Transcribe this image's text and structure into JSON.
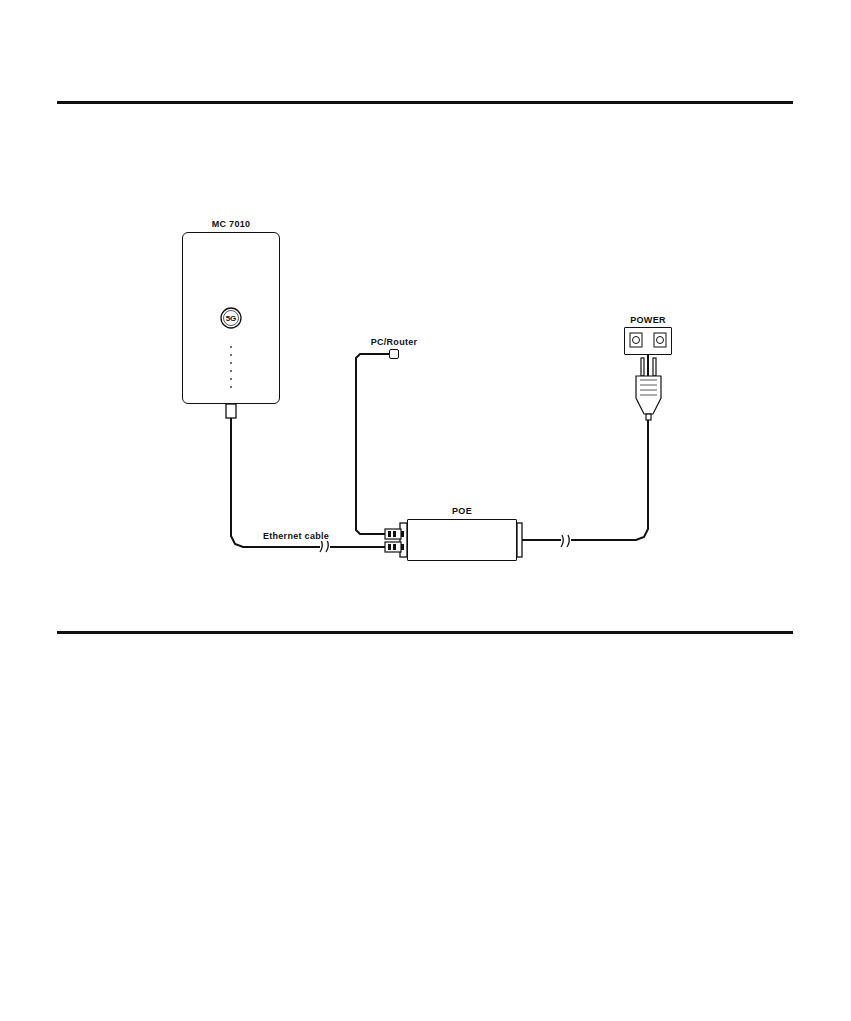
{
  "diagram": {
    "nodes": [
      {
        "text": [
          "MC 7010"
        ]
      },
      {
        "text": [
          "PC/Router"
        ]
      },
      {
        "text": [
          "POWER"
        ]
      },
      {
        "text": [
          "POE"
        ]
      }
    ],
    "edges": [
      {
        "from": 0,
        "to": 3,
        "arrow": "none",
        "label": "Ethernet cable"
      },
      {
        "from": 1,
        "to": 3,
        "arrow": "none"
      },
      {
        "from": 2,
        "to": 3,
        "arrow": "none"
      }
    ],
    "labels": [
      "5G"
    ]
  }
}
